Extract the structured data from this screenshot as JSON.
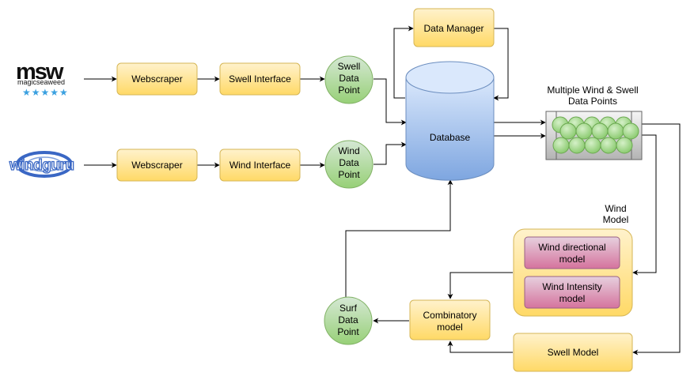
{
  "logos": {
    "msw_mark": "msw",
    "msw_text": "magicseaweed",
    "msw_stars": "★★★★★",
    "windguru_text": "windguru"
  },
  "nodes": {
    "webscraper_top": "Webscraper",
    "swell_interface": "Swell Interface",
    "swell_point": [
      "Swell",
      "Data",
      "Point"
    ],
    "webscraper_bottom": "Webscraper",
    "wind_interface": "Wind Interface",
    "wind_point": [
      "Wind",
      "Data",
      "Point"
    ],
    "data_manager": "Data Manager",
    "database": "Database",
    "multi_points_title": [
      "Multiple Wind & Swell",
      "Data Points"
    ],
    "wind_model_title": [
      "Wind",
      "Model"
    ],
    "wind_directional": [
      "Wind directional",
      "model"
    ],
    "wind_intensity": [
      "Wind Intensity",
      "model"
    ],
    "combinatory": [
      "Combinatory",
      "model"
    ],
    "surf_point": [
      "Surf",
      "Data",
      "Point"
    ],
    "swell_model": "Swell Model"
  },
  "colors": {
    "yellow_fill": "#fff2cc",
    "yellow_fill_dark": "#ffd966",
    "yellow_stroke": "#d6b656",
    "green_fill": "#d5e8d4",
    "green_fill_dark": "#97d077",
    "green_stroke": "#82b366",
    "pink_fill": "#e6d0de",
    "pink_fill_dark": "#d5739d",
    "pink_stroke": "#996185",
    "blue_fill": "#dae8fc",
    "blue_fill_dark": "#7ea6e0",
    "blue_stroke": "#6c8ebf",
    "msw_star": "#3aa0e0",
    "windguru_blue": "#3a67c4"
  }
}
